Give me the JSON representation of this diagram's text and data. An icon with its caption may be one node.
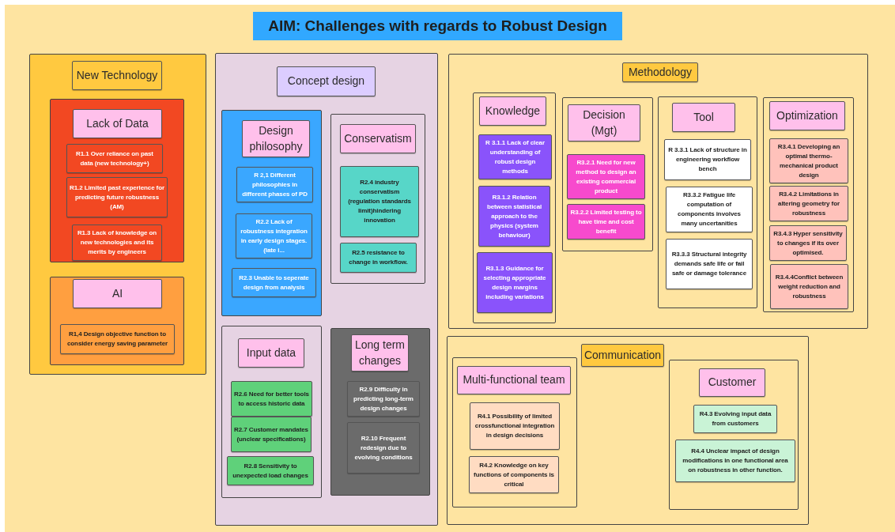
{
  "diagram": {
    "title": "AIM: Challenges with regards to Robust Design",
    "nodes": [
      {
        "text": [],
        "shape": "box"
      },
      {
        "text": [
          "New Technology"
        ],
        "in": 0
      },
      {
        "text": [],
        "shape": "box",
        "in": 0
      },
      {
        "text": [
          "Lack of Data"
        ],
        "in": 2
      },
      {
        "text": [
          "R1.1 Over reliance on past data (new technology+)"
        ],
        "in": 2
      },
      {
        "text": [
          "R1.2 Limited past experience for predicting future robustness (AM)"
        ],
        "in": 2
      },
      {
        "text": [
          "R1.3 Lack of knowledge on new technologies and its merits by engineers"
        ],
        "in": 2
      },
      {
        "text": [],
        "shape": "box",
        "in": 0
      },
      {
        "text": [
          "AI"
        ],
        "in": 7
      },
      {
        "text": [
          "R1,4 Design objective function to consider energy saving parameter"
        ],
        "in": 7
      },
      {
        "text": [],
        "shape": "box"
      },
      {
        "text": [
          "Concept design"
        ],
        "in": 10
      },
      {
        "text": [],
        "shape": "box",
        "in": 10
      },
      {
        "text": [
          "Design philosophy"
        ],
        "in": 12
      },
      {
        "text": [
          "R 2,1 Different philosophies in different phases of PD"
        ],
        "in": 12
      },
      {
        "text": [
          "R2.2 Lack of robustness integration in early design stages.(late i..."
        ],
        "in": 12
      },
      {
        "text": [
          "R2.3 Unable to seperate design from analysis"
        ],
        "in": 12
      },
      {
        "text": [],
        "shape": "box",
        "in": 10
      },
      {
        "text": [
          "Conservatism"
        ],
        "in": 17
      },
      {
        "text": [
          "R2.4 industry conservatism (regulation standards limit)hindering innovation"
        ],
        "in": 17
      },
      {
        "text": [
          "R2.5 resistance to change in workflow."
        ],
        "in": 17
      },
      {
        "text": [],
        "shape": "box",
        "in": 10
      },
      {
        "text": [
          "Input data"
        ],
        "in": 21
      },
      {
        "text": [
          "R2.6 Need for better tools to access historic data"
        ],
        "in": 21
      },
      {
        "text": [
          "R2.7 Customer mandates (unclear specifications)"
        ],
        "in": 21
      },
      {
        "text": [
          "R2.8 Sensitivity to unexpected load changes"
        ],
        "in": 21
      },
      {
        "text": [],
        "shape": "box",
        "in": 10
      },
      {
        "text": [
          "Long term changes"
        ],
        "in": 26
      },
      {
        "text": [
          "R2.9 Difficulty in predicting long-term design changes"
        ],
        "in": 26
      },
      {
        "text": [
          "R2.10 Frequent redesign due to evolving conditions"
        ],
        "in": 26
      },
      {
        "text": [],
        "shape": "box"
      },
      {
        "text": [
          "Methodology"
        ],
        "in": 30
      },
      {
        "text": [],
        "shape": "box",
        "in": 30
      },
      {
        "text": [
          "Knowledge"
        ],
        "in": 32
      },
      {
        "text": [
          "R 3.1.1 Lack of clear understanding of robust design methods"
        ],
        "in": 32
      },
      {
        "text": [
          "R3.1.2 Relation between statistical approach to the physics (system behaviour)"
        ],
        "in": 32
      },
      {
        "text": [
          "R3.1.3 Guidance for selecting appropriate design margins including variations"
        ],
        "in": 32
      },
      {
        "text": [],
        "shape": "box",
        "in": 30
      },
      {
        "text": [
          "Decision (Mgt)"
        ],
        "in": 37
      },
      {
        "text": [
          "R3.2.1 Need for new method to design an existing commercial product"
        ],
        "in": 37
      },
      {
        "text": [
          "R3.2.2 Limited testing to have time and cost benefit"
        ],
        "in": 37
      },
      {
        "text": [],
        "shape": "box",
        "in": 30
      },
      {
        "text": [
          "Tool"
        ],
        "in": 41
      },
      {
        "text": [
          "R 3.3.1 Lack of structure in engineering workflow bench"
        ],
        "in": 41
      },
      {
        "text": [
          "R3.3.2 Fatigue life computation of components involves many uncertanities"
        ],
        "in": 41
      },
      {
        "text": [
          "R3.3.3 Structural integrity demands safe life or fail safe or damage tolerance"
        ],
        "in": 41
      },
      {
        "text": [],
        "shape": "box",
        "in": 30
      },
      {
        "text": [
          "Optimization"
        ],
        "in": 46
      },
      {
        "text": [
          "R3.4.1 Developing an optimal thermo-mechanical product design"
        ],
        "in": 46
      },
      {
        "text": [
          "R3.4.2 Limitations in altering geometry for robustness"
        ],
        "in": 46
      },
      {
        "text": [
          "R3.4.3 Hyper sensitivity to changes if its over optimised."
        ],
        "in": 46
      },
      {
        "text": [
          "R3.4.4Conflict between weight reduction and robustness"
        ],
        "in": 46
      },
      {
        "text": [],
        "shape": "box"
      },
      {
        "text": [
          "Communication"
        ],
        "in": 52
      },
      {
        "text": [],
        "shape": "box",
        "in": 52
      },
      {
        "text": [
          "Multi-functional team"
        ],
        "in": 54
      },
      {
        "text": [
          "R4.1 Possibility of limited crossfunctional integration in design decisions"
        ],
        "in": 54
      },
      {
        "text": [
          "R4.2 Knowledge on key functions of components is critical"
        ],
        "in": 54
      },
      {
        "text": [],
        "shape": "box",
        "in": 52
      },
      {
        "text": [
          "Customer"
        ],
        "in": 58
      },
      {
        "text": [
          "R4.3 Evolving input data from customers"
        ],
        "in": 58
      },
      {
        "text": [
          "R4.4 Unclear impact of design modifications in one functional area on robustness in other function."
        ],
        "in": 58
      }
    ],
    "edges": []
  }
}
